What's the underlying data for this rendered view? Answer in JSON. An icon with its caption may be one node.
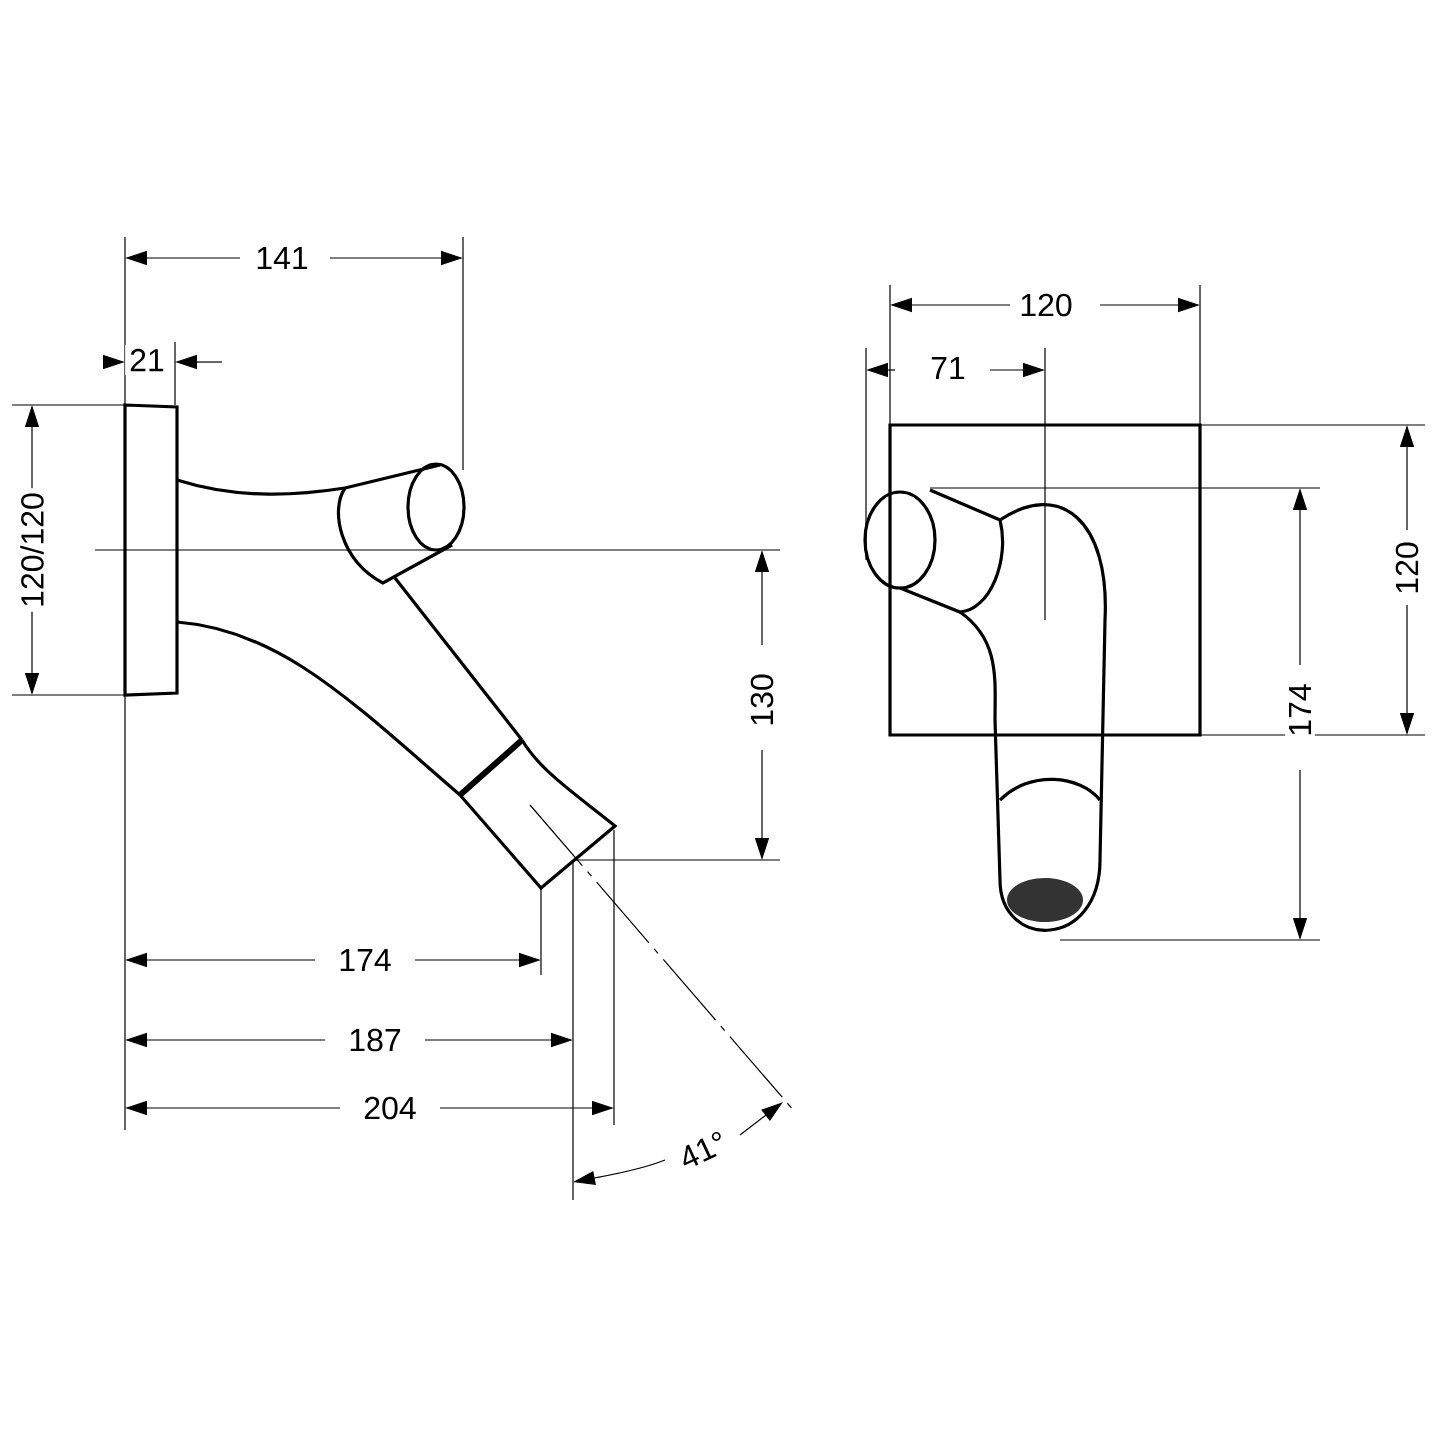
{
  "diagram": {
    "labels": [
      "141",
      "120",
      "21",
      "71",
      "120/120",
      "120",
      "130",
      "174",
      "174",
      "187",
      "204",
      "41°"
    ]
  }
}
